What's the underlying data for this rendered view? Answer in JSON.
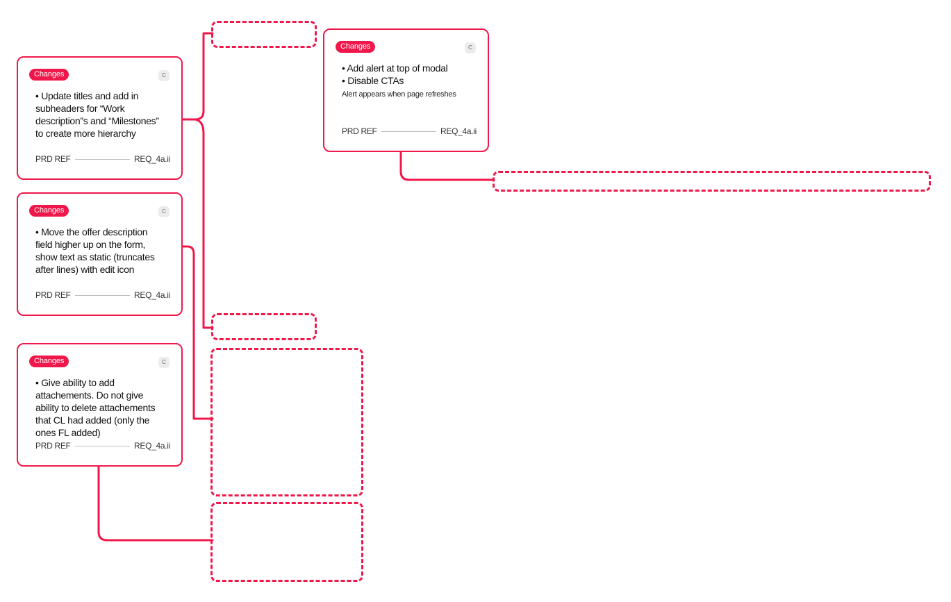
{
  "colors": {
    "accent": "#f0174a",
    "avatar_bg": "#ececec",
    "rule": "#bbbbbb"
  },
  "cards": [
    {
      "badge": "Changes",
      "avatar": "C",
      "lines": [
        "• Update titles and add in",
        "subheaders for “Work",
        "description”s and “Milestones”",
        "to create more hierarchy"
      ],
      "note": "",
      "ref_label": "PRD REF",
      "ref_value": "REQ_4a.ii"
    },
    {
      "badge": "Changes",
      "avatar": "C",
      "lines": [
        "• Move the offer description",
        "field higher up on the form,",
        "show text as static (truncates",
        "after  lines) with edit icon"
      ],
      "note": "",
      "ref_label": "PRD REF",
      "ref_value": "REQ_4a.ii"
    },
    {
      "badge": "Changes",
      "avatar": "C",
      "lines": [
        "• Give ability to add",
        "attachements. Do not give",
        "ability to delete attachements",
        "that CL had added (only the",
        "ones FL added)"
      ],
      "note": "",
      "ref_label": "PRD REF",
      "ref_value": "REQ_4a.ii"
    },
    {
      "badge": "Changes",
      "avatar": "C",
      "lines": [
        "• Add alert at top of modal",
        "• Disable CTAs"
      ],
      "note": "Alert appears when page refreshes",
      "ref_label": "PRD REF",
      "ref_value": "REQ_4a.ii"
    }
  ]
}
